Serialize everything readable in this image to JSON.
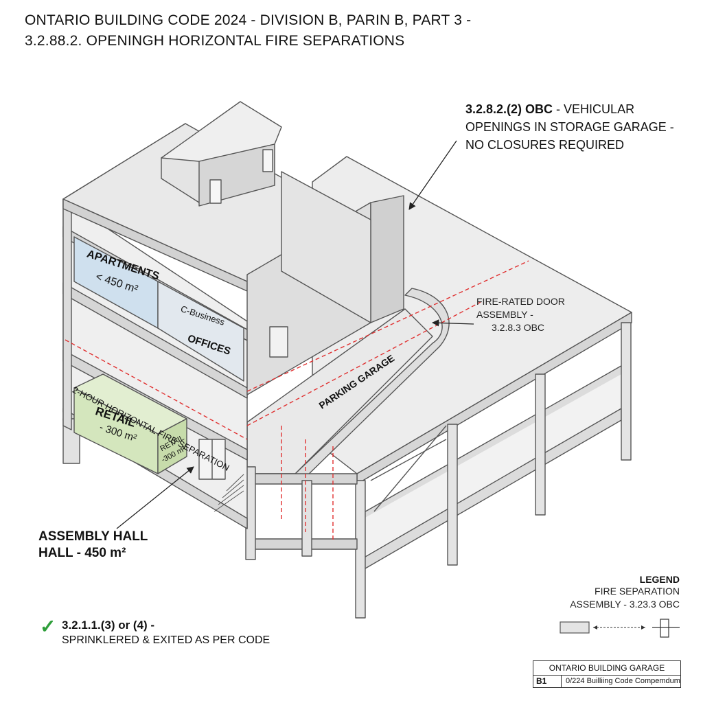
{
  "title": {
    "line1": "ONTARIO BUILDING CODE 2024 - DIVISION B, PARIN B, PART 3 -",
    "line2": "3.2.88.2. OPENINGH HORIZONTAL FIRE SEPARATIONS"
  },
  "callout_vehicular": {
    "code": "3.2.8.2.(2) OBC",
    "text1": " - VEHICULAR",
    "text2": "OPENINGS IN STORAGE GARAGE -",
    "text3": "NO CLOSURES REQUIRED"
  },
  "callout_door": {
    "line1": "FIRE-RATED DOOR",
    "line2": "ASSEMBLY -",
    "line3": "3.2.8.3 OBC"
  },
  "rooms": {
    "apartments": "APARTMENTS",
    "apartments_area": "< 450 m²",
    "business": "C-Business",
    "offices": "OFFICES",
    "retail": "RETAIL",
    "retail_area": "- 300 m²",
    "retail_side": "RETAIL",
    "retail_side_area": "-300 m²",
    "parking": "PARKING GARAGE",
    "fire_separation": "2-HOUR HORIZONTAL FIRE SEPARATION"
  },
  "assembly": {
    "line1": "ASSEMBLY HALL",
    "line2": "HALL - 450 m²"
  },
  "sprinkler_note": {
    "code": "3.2.1.1.(3) or (4) -",
    "text": "SPRINKLERED & EXITED AS PER CODE"
  },
  "legend": {
    "title": "LEGEND",
    "line1": "FIRE SEPARATION",
    "line2": "ASSEMBLY - 3.23.3 OBC"
  },
  "title_block": {
    "heading": "ONTARIO BUILDING GARAGE",
    "sheet": "B1",
    "caption": "0/224 Builliing Code Compemdum"
  },
  "colors": {
    "line": "#555555",
    "concrete": "#e6e6e6",
    "apartments_fill": "#cfe0ee",
    "retail_fill": "#d4e6bd",
    "fire_line": "#e03030",
    "check": "#2e9e3a"
  }
}
